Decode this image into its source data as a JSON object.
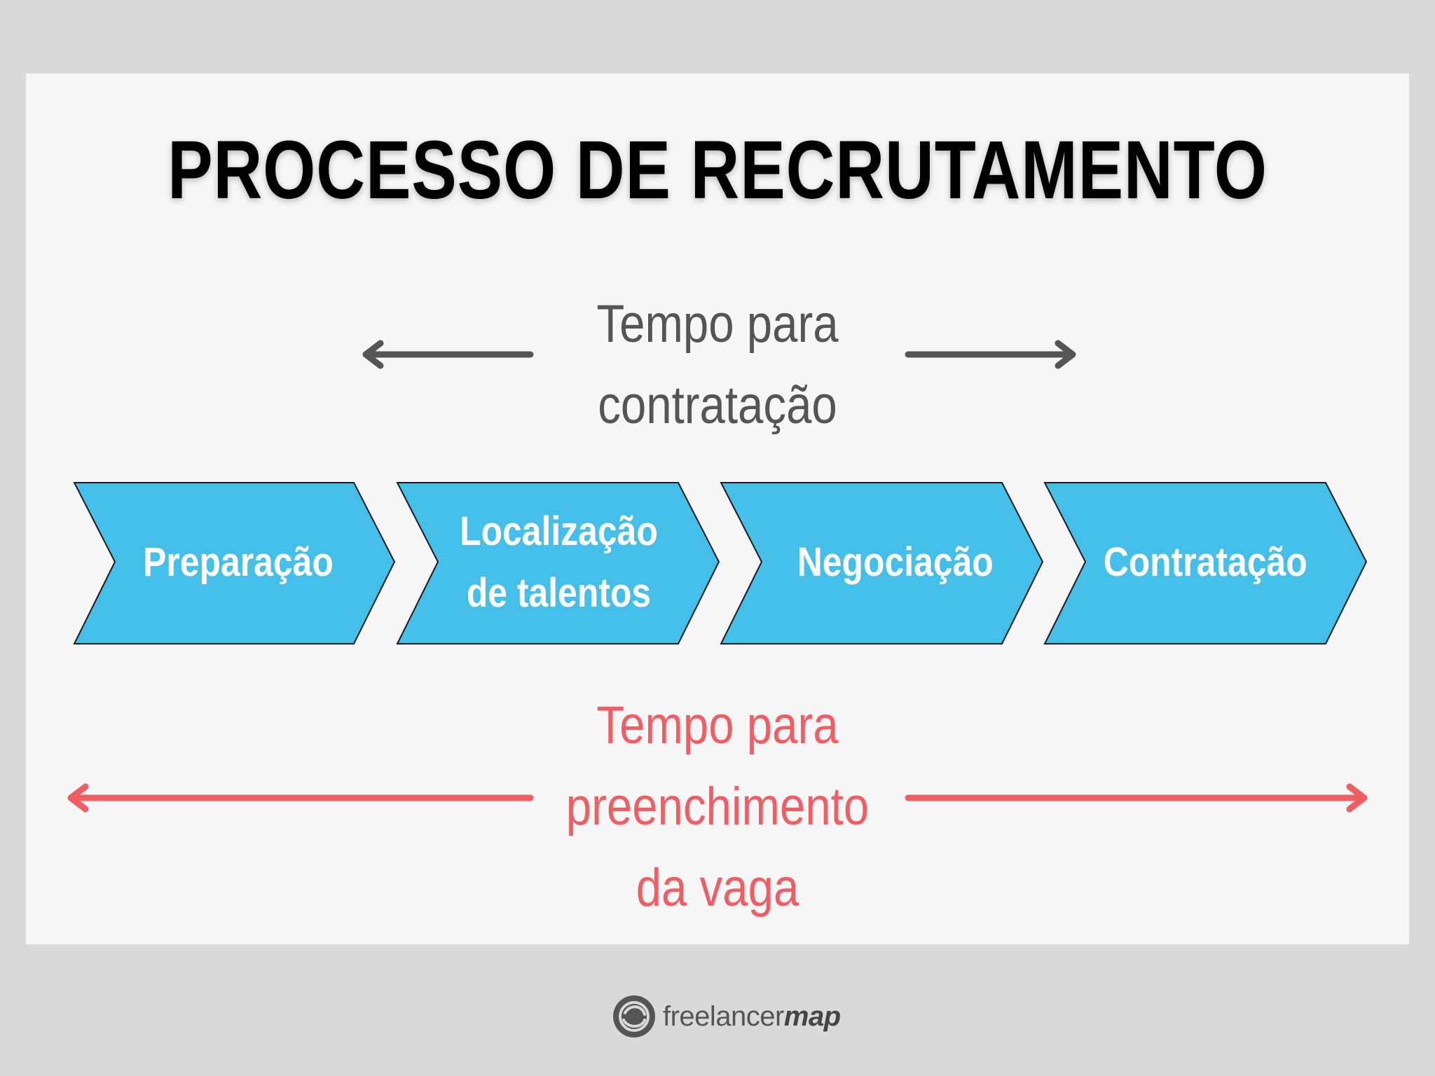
{
  "title": "PROCESSO DE RECRUTAMENTO",
  "time_to_hire": {
    "label": "Tempo para contratação"
  },
  "steps": [
    {
      "label": "Preparação"
    },
    {
      "label": "Localização de talentos"
    },
    {
      "label": "Negociação"
    },
    {
      "label": "Contratação"
    }
  ],
  "time_to_fill": {
    "label": "Tempo para preenchimento da vaga"
  },
  "logo": {
    "text": "freelancer",
    "text_bold": "map"
  },
  "colors": {
    "background": "#d9d9d9",
    "panel": "#f6f6f6",
    "step_fill": "#44bfea",
    "hire_arrow": "#555555",
    "fill_arrow": "#f05e63"
  }
}
